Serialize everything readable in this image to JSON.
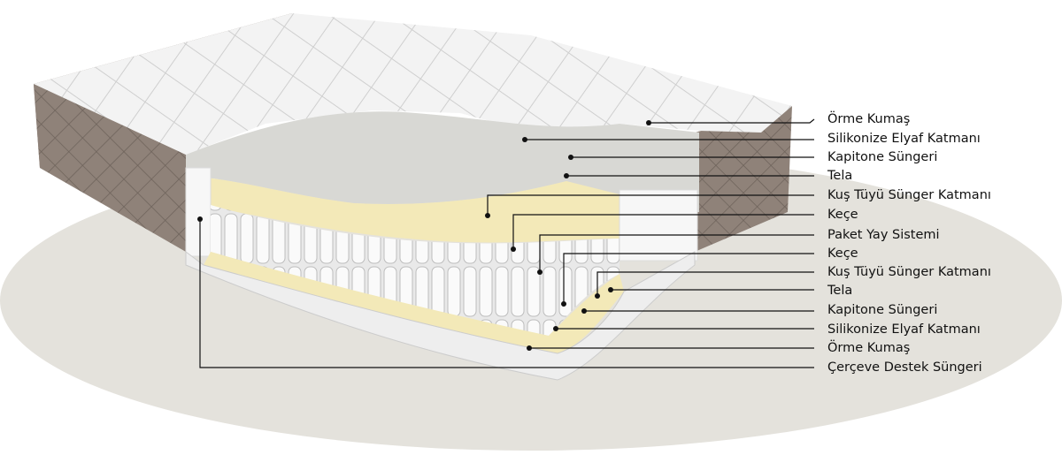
{
  "diagram": {
    "labels": [
      "Örme Kumaş",
      "Silikonize Elyaf Katmanı",
      "Kapitone Süngeri",
      "Tela",
      "Kuş Tüyü Sünger Katmanı",
      "Keçe",
      "Paket Yay Sistemi",
      "Keçe",
      "Kuş Tüyü Sünger Katmanı",
      "Tela",
      "Kapitone Süngeri",
      "Silikonize Elyaf Katmanı",
      "Örme Kumaş",
      "Çerçeve Destek Süngeri"
    ],
    "colors": {
      "quilt": "#f2f2f2",
      "side": "#8e8178",
      "foam_yellow": "#f3e9b8",
      "felt": "#c9c9c9",
      "floor": "#e4e2dc"
    }
  }
}
